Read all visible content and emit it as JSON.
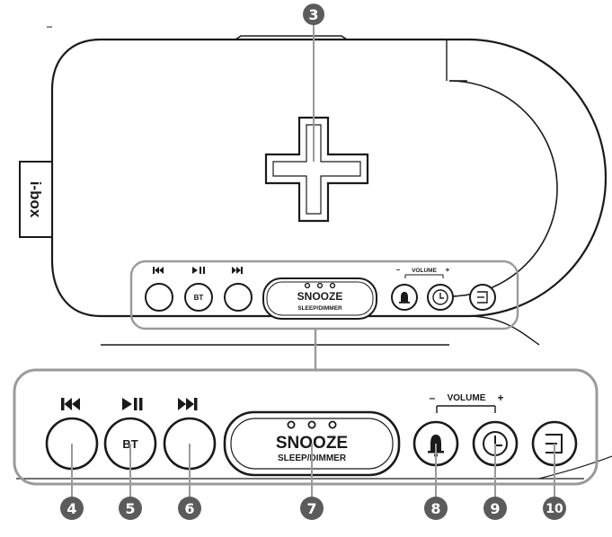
{
  "device": {
    "brand": "i-box",
    "callouts": {
      "top_pad": "3",
      "prev": "4",
      "bt": "5",
      "next": "6",
      "snooze": "7",
      "alarm": "8",
      "clock": "9",
      "dimmer_mode": "10"
    },
    "small_panel": {
      "bt_label": "BT",
      "snooze_label": "SNOOZE",
      "sleep_label": "SLEEP/DIMMER",
      "volume_label": "VOLUME",
      "volume_minus": "–",
      "volume_plus": "+"
    },
    "large_panel": {
      "bt_label": "BT",
      "snooze_label": "SNOOZE",
      "sleep_label": "SLEEP/DIMMER",
      "volume_label": "VOLUME",
      "volume_minus": "–",
      "volume_plus": "+"
    },
    "icons": [
      "prev-track-icon",
      "play-pause-icon",
      "next-track-icon",
      "alarm-bell-icon",
      "clock-icon",
      "mode-icon"
    ]
  }
}
